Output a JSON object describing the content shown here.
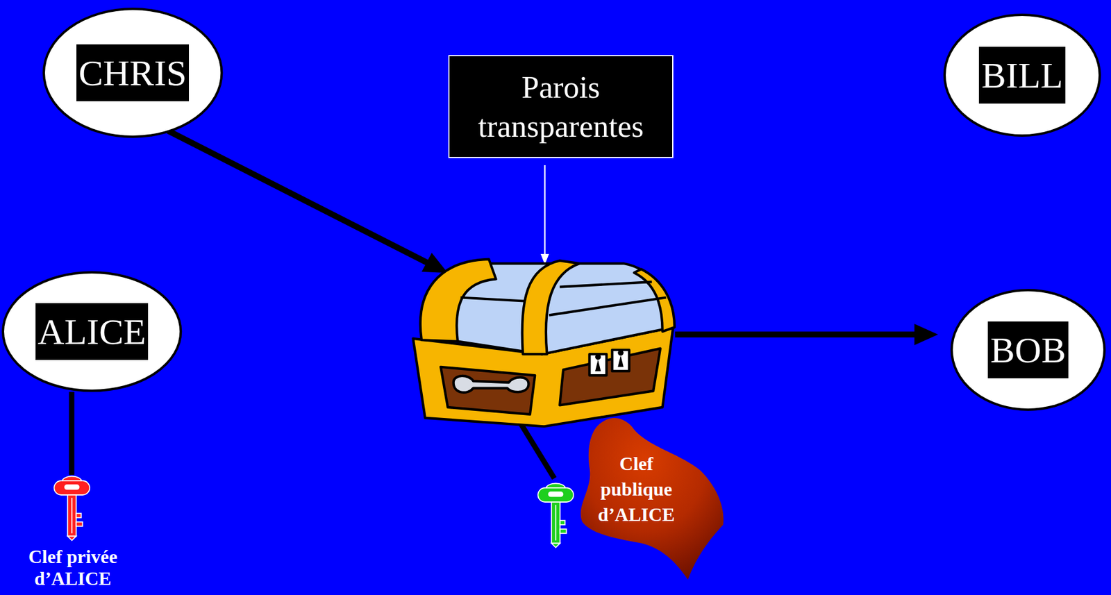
{
  "diagram": {
    "nodes": [
      {
        "text": [
          "CHRIS"
        ]
      },
      {
        "text": [
          "Parois transparentes"
        ]
      },
      {
        "text": [
          "BILL"
        ]
      },
      {
        "text": [
          "ALICE"
        ]
      },
      {
        "text": [
          "BOB"
        ]
      },
      {
        "text": [
          "Clef publique d’ALICE"
        ]
      }
    ],
    "labels": [
      "Clef privée d’ALICE"
    ]
  }
}
